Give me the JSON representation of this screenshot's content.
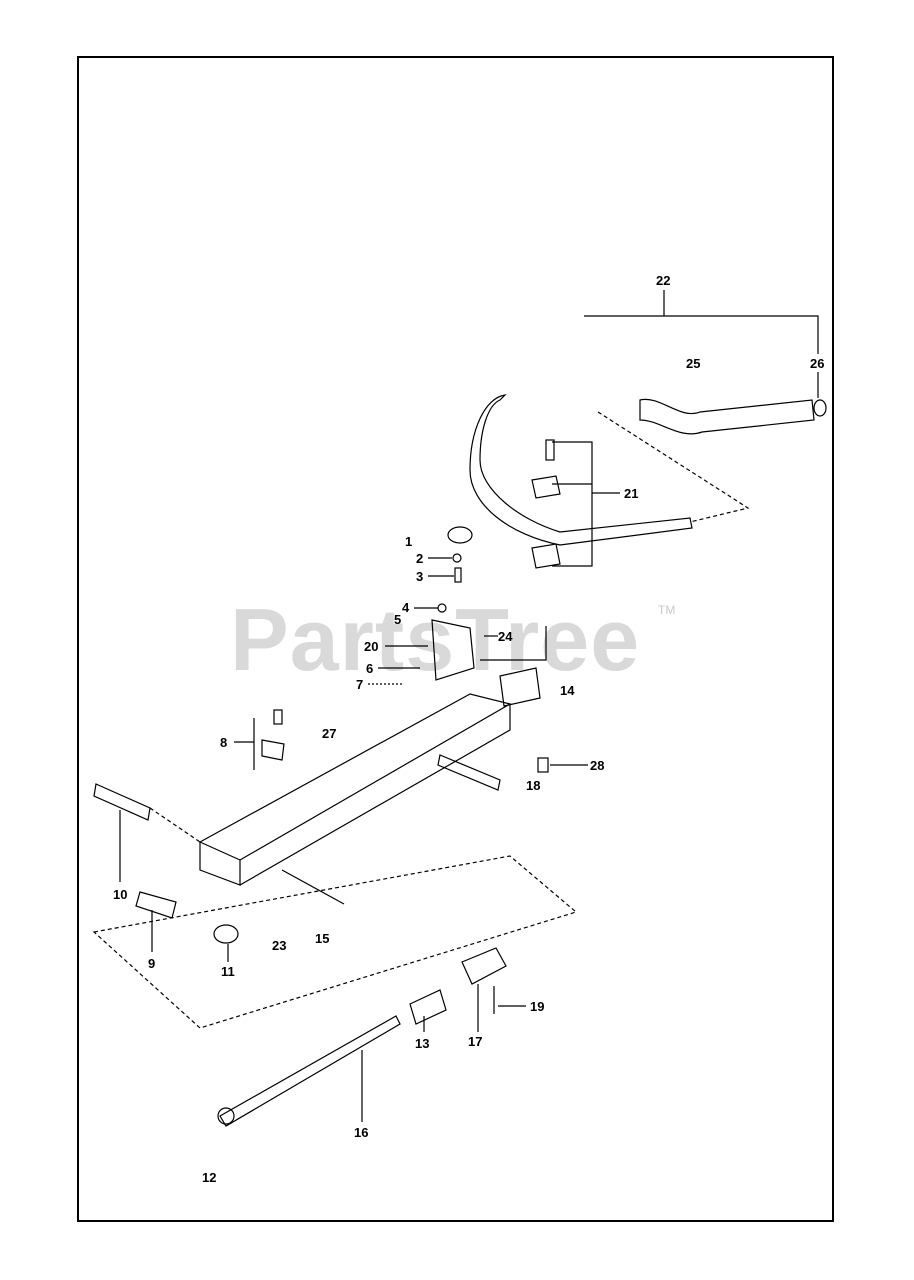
{
  "watermark": {
    "text": "PartsTree",
    "tm": "TM"
  },
  "callouts": [
    "1",
    "2",
    "3",
    "4",
    "5",
    "6",
    "7",
    "8",
    "9",
    "10",
    "11",
    "12",
    "13",
    "14",
    "15",
    "16",
    "17",
    "18",
    "19",
    "20",
    "21",
    "22",
    "23",
    "24",
    "25",
    "26",
    "27",
    "28"
  ]
}
